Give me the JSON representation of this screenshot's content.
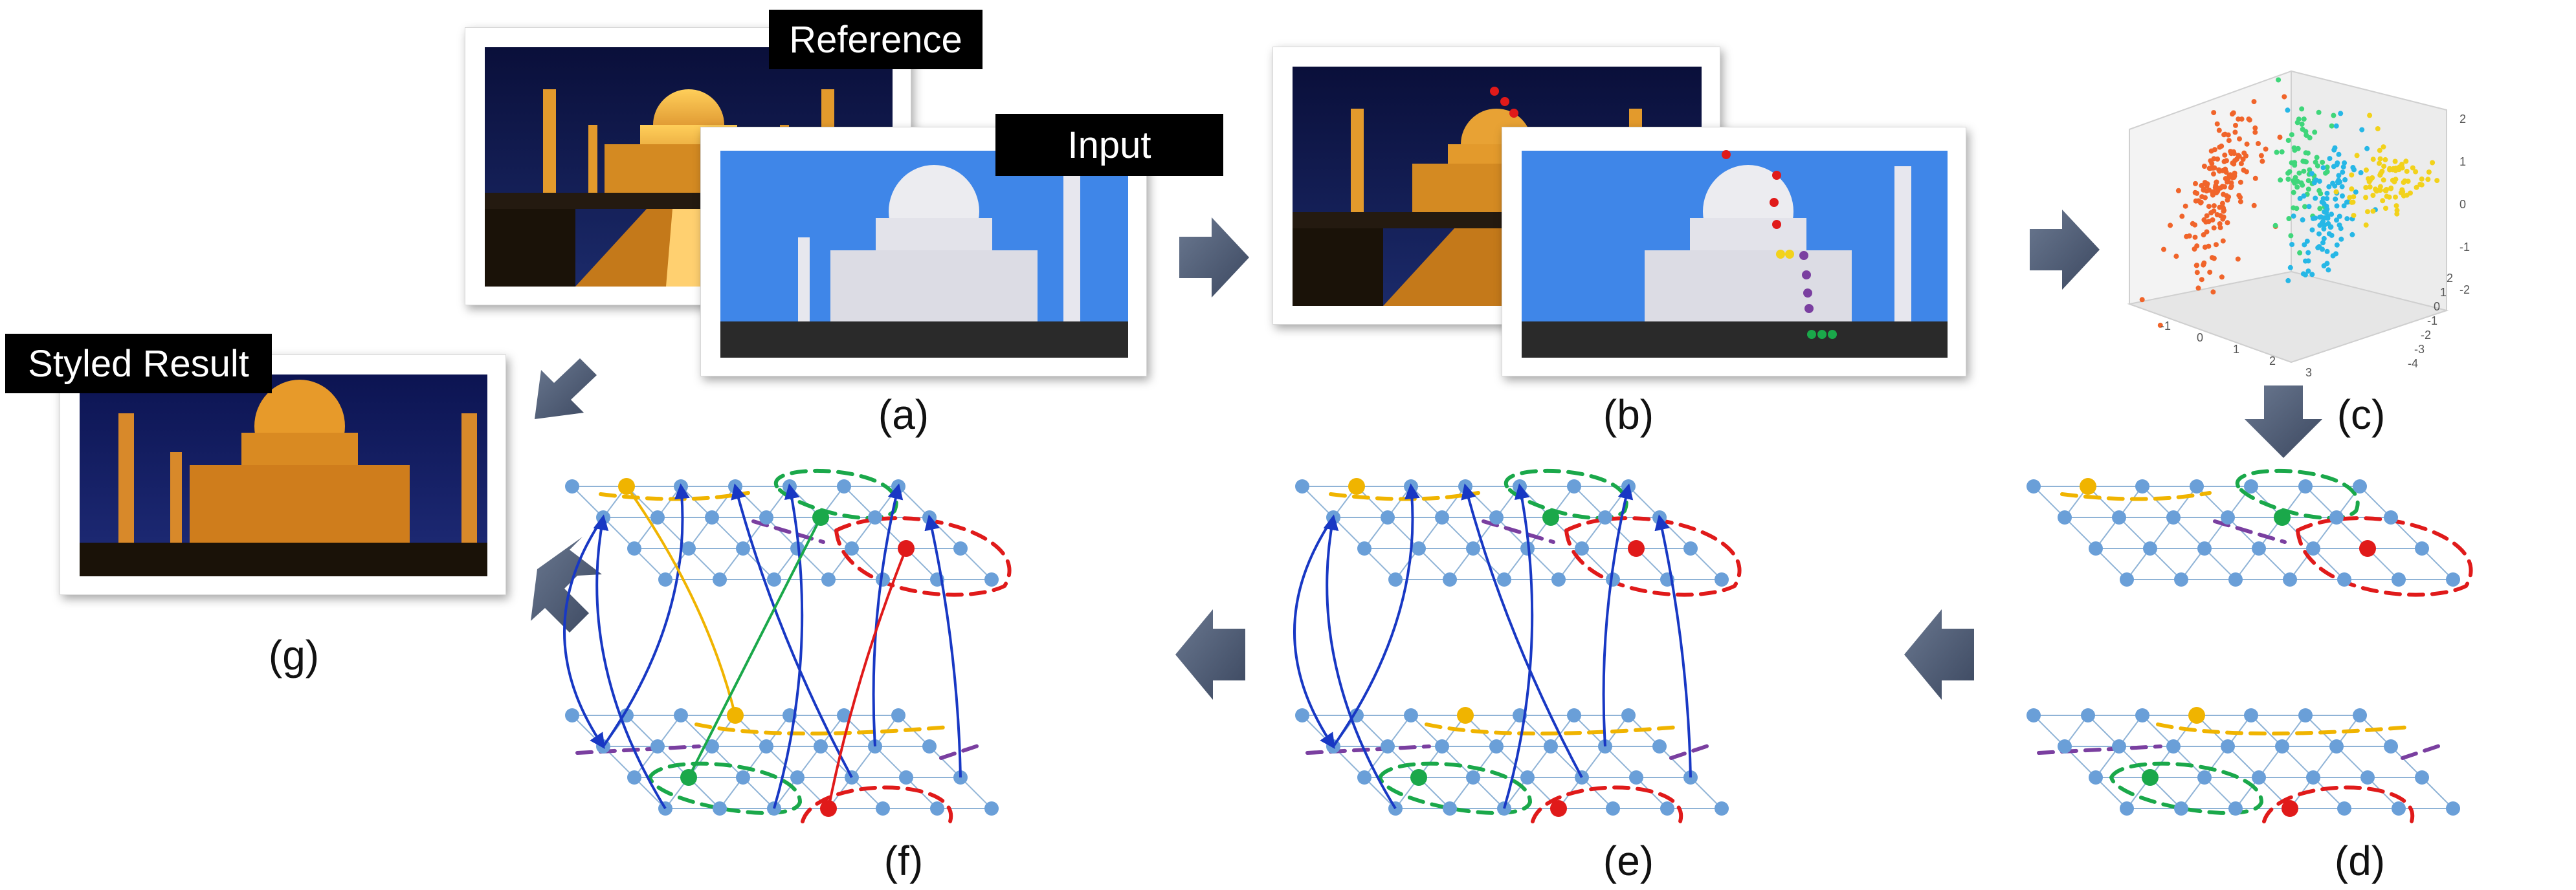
{
  "tags": {
    "reference": "Reference",
    "input": "Input",
    "styled_result": "Styled Result"
  },
  "panel_labels": {
    "a": "(a)",
    "b": "(b)",
    "c": "(c)",
    "d": "(d)",
    "e": "(e)",
    "f": "(f)",
    "g": "(g)"
  },
  "colors": {
    "night_sky": "#0d1240",
    "day_sky": "#3f86e8",
    "gold": "#e6a02c",
    "marble": "#e9e9ee",
    "arrow": "#4d5b73",
    "grid_node": "#6a9fd8",
    "grid_line": "#8fb3d6",
    "orange_cluster": "#f0642a",
    "green_cluster": "#3fd67a",
    "cyan_cluster": "#26b7e6",
    "yellow_cluster": "#f2d21b",
    "seg_red": "#e01a1a",
    "seg_green": "#1aa84a",
    "seg_yellow": "#f0b400",
    "seg_purple": "#7a3fa0",
    "link_blue": "#1838c4"
  },
  "scatter_axes": {
    "z_ticks": [
      "2",
      "1",
      "0",
      "-1",
      "-2"
    ],
    "x_ticks": [
      "-1",
      "0",
      "1",
      "2",
      "3"
    ],
    "y_ticks": [
      "-4",
      "-3",
      "-2",
      "-1",
      "0",
      "1",
      "2"
    ]
  }
}
